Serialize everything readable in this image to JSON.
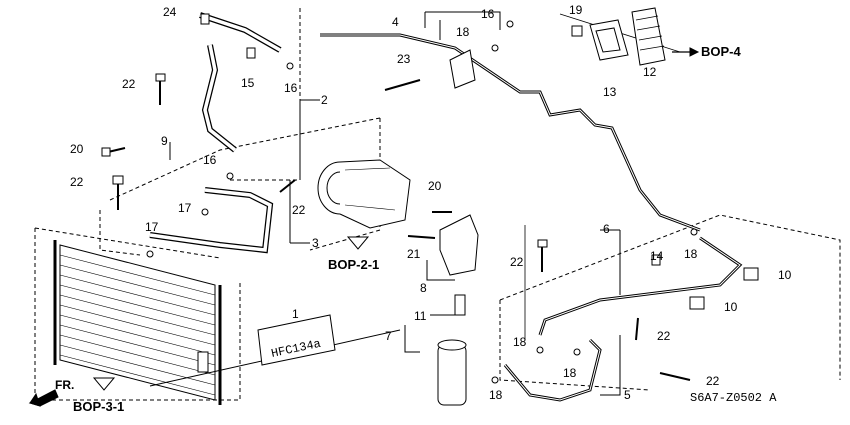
{
  "callouts": {
    "n24": "24",
    "n22a": "22",
    "n15": "15",
    "n16a": "16",
    "n2": "2",
    "n9": "9",
    "n20a": "20",
    "n16b": "16",
    "n22b": "22",
    "n17a": "17",
    "n17b": "17",
    "n22c": "22",
    "n3": "3",
    "n4": "4",
    "n16c": "16",
    "n18a": "18",
    "n23": "23",
    "n19": "19",
    "n13": "13",
    "n12": "12",
    "n20b": "20",
    "n21": "21",
    "n8": "8",
    "n6": "6",
    "n18b": "18",
    "n22d": "22",
    "n14": "14",
    "n10a": "10",
    "n10b": "10",
    "n1": "1",
    "n11": "11",
    "n7": "7",
    "n18c": "18",
    "n18d": "18",
    "n22e": "22",
    "n18e": "18",
    "n5": "5",
    "n22f": "22"
  },
  "references": {
    "bop4": "BOP-4",
    "bop21": "BOP-2-1",
    "bop31": "BOP-3-1",
    "front": "FR."
  },
  "label_plate": {
    "text": "HFC134a"
  },
  "diagram_code": "S6A7-Z0502 A"
}
